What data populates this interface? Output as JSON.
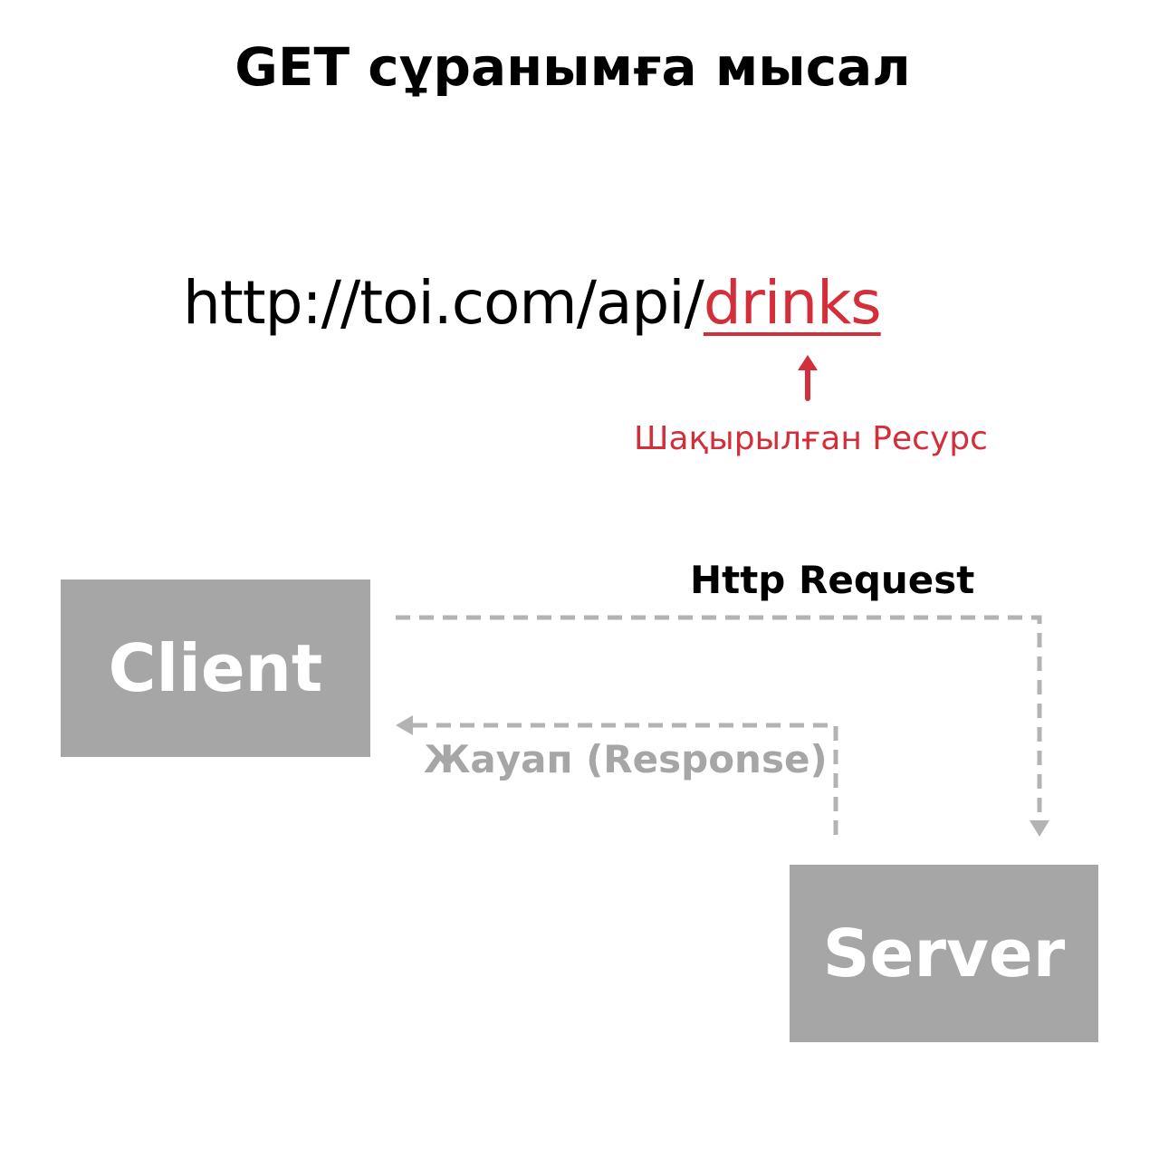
{
  "diagram": {
    "title": "GET сұранымға мысал",
    "url": {
      "prefix": "http://toi.com/api/",
      "resource": "drinks"
    },
    "resource_label": "Шақырылған Ресурс",
    "client_label": "Client",
    "server_label": "Server",
    "request_label": "Http Request",
    "response_label": "Жауап (Response)",
    "colors": {
      "accent_red": "#d42e3a",
      "box_gray": "#a6a6a6",
      "dash_gray": "#b3b3b3",
      "text_black": "#000000"
    }
  }
}
